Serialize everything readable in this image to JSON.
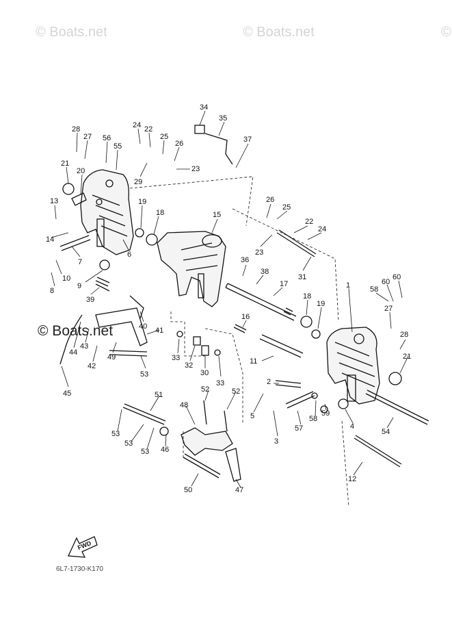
{
  "watermarks": {
    "top_left": "© Boats.net",
    "top_center": "© Boats.net",
    "top_right": "©",
    "middle": "© Boats.net"
  },
  "fwd_label": "FWD",
  "figure_code": "6L7-1730-K170",
  "callouts": [
    {
      "id": "c34",
      "text": "34"
    },
    {
      "id": "c35",
      "text": "35"
    },
    {
      "id": "c37",
      "text": "37"
    },
    {
      "id": "c28a",
      "text": "28"
    },
    {
      "id": "c27a",
      "text": "27"
    },
    {
      "id": "c56",
      "text": "56"
    },
    {
      "id": "c24a",
      "text": "24"
    },
    {
      "id": "c22a",
      "text": "22"
    },
    {
      "id": "c25a",
      "text": "25"
    },
    {
      "id": "c26a",
      "text": "26"
    },
    {
      "id": "c55",
      "text": "55"
    },
    {
      "id": "c23a",
      "text": "23"
    },
    {
      "id": "c29",
      "text": "29"
    },
    {
      "id": "c21a",
      "text": "21"
    },
    {
      "id": "c20",
      "text": "20"
    },
    {
      "id": "c13",
      "text": "13"
    },
    {
      "id": "c19a",
      "text": "19"
    },
    {
      "id": "c18a",
      "text": "18"
    },
    {
      "id": "c14",
      "text": "14"
    },
    {
      "id": "c6",
      "text": "6"
    },
    {
      "id": "c7",
      "text": "7"
    },
    {
      "id": "c10",
      "text": "10"
    },
    {
      "id": "c8",
      "text": "8"
    },
    {
      "id": "c9",
      "text": "9"
    },
    {
      "id": "c39",
      "text": "39"
    },
    {
      "id": "c15",
      "text": "15"
    },
    {
      "id": "c26b",
      "text": "26"
    },
    {
      "id": "c25b",
      "text": "25"
    },
    {
      "id": "c22b",
      "text": "22"
    },
    {
      "id": "c24b",
      "text": "24"
    },
    {
      "id": "c23b",
      "text": "23"
    },
    {
      "id": "c36",
      "text": "36"
    },
    {
      "id": "c38",
      "text": "38"
    },
    {
      "id": "c31",
      "text": "31"
    },
    {
      "id": "c17",
      "text": "17"
    },
    {
      "id": "c1",
      "text": "1"
    },
    {
      "id": "c58a",
      "text": "58"
    },
    {
      "id": "c60a",
      "text": "60"
    },
    {
      "id": "c60b",
      "text": "60"
    },
    {
      "id": "c18b",
      "text": "18"
    },
    {
      "id": "c19b",
      "text": "19"
    },
    {
      "id": "c16",
      "text": "16"
    },
    {
      "id": "c40",
      "text": "40"
    },
    {
      "id": "c41",
      "text": "41"
    },
    {
      "id": "c44",
      "text": "44"
    },
    {
      "id": "c43",
      "text": "43"
    },
    {
      "id": "c49",
      "text": "49"
    },
    {
      "id": "c42",
      "text": "42"
    },
    {
      "id": "c33a",
      "text": "33"
    },
    {
      "id": "c32",
      "text": "32"
    },
    {
      "id": "c30",
      "text": "30"
    },
    {
      "id": "c33b",
      "text": "33"
    },
    {
      "id": "c53a",
      "text": "53"
    },
    {
      "id": "c27b",
      "text": "27"
    },
    {
      "id": "c28b",
      "text": "28"
    },
    {
      "id": "c21b",
      "text": "21"
    },
    {
      "id": "c11",
      "text": "11"
    },
    {
      "id": "c45",
      "text": "45"
    },
    {
      "id": "c2",
      "text": "2"
    },
    {
      "id": "c52a",
      "text": "52"
    },
    {
      "id": "c52b",
      "text": "52"
    },
    {
      "id": "c51",
      "text": "51"
    },
    {
      "id": "c48",
      "text": "48"
    },
    {
      "id": "c5",
      "text": "5"
    },
    {
      "id": "c3",
      "text": "3"
    },
    {
      "id": "c57",
      "text": "57"
    },
    {
      "id": "c58b",
      "text": "58"
    },
    {
      "id": "c59",
      "text": "59"
    },
    {
      "id": "c4",
      "text": "4"
    },
    {
      "id": "c54",
      "text": "54"
    },
    {
      "id": "c53b",
      "text": "53"
    },
    {
      "id": "c53c",
      "text": "53"
    },
    {
      "id": "c53d",
      "text": "53"
    },
    {
      "id": "c46",
      "text": "46"
    },
    {
      "id": "c50",
      "text": "50"
    },
    {
      "id": "c47",
      "text": "47"
    },
    {
      "id": "c12",
      "text": "12"
    }
  ]
}
